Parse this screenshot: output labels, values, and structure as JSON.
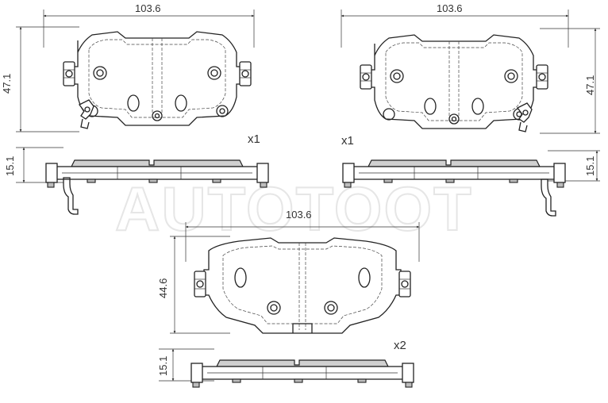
{
  "watermark": "AUTOTOOT",
  "pads": [
    {
      "id": "top-left",
      "width_dim": "103.6",
      "height_dim": "47.1",
      "thickness_dim": "15.1",
      "quantity": "x1"
    },
    {
      "id": "top-right",
      "width_dim": "103.6",
      "height_dim": "47.1",
      "thickness_dim": "15.1",
      "quantity": "x1"
    },
    {
      "id": "bottom",
      "width_dim": "103.6",
      "height_dim": "44.6",
      "thickness_dim": "15.1",
      "quantity": "x2"
    }
  ]
}
